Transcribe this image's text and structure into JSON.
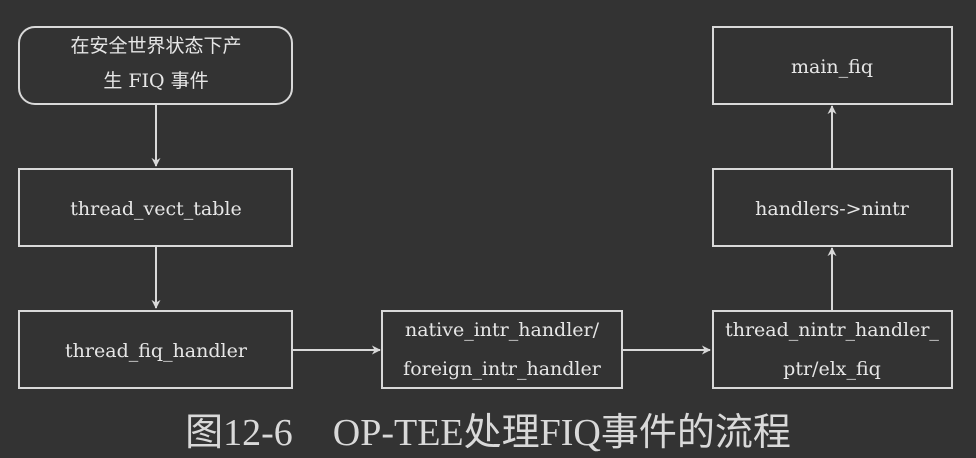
{
  "diagram": {
    "nodes": {
      "start": [
        "在安全世界状态下产",
        "生 FIQ 事件"
      ],
      "vect": [
        "thread_vect_table"
      ],
      "fiq_handler": [
        "thread_fiq_handler"
      ],
      "intr_handler": [
        "native_intr_handler/",
        "foreign_intr_handler"
      ],
      "nintr_ptr": [
        "thread_nintr_handler_",
        "ptr/elx_fiq"
      ],
      "handlers": [
        "handlers->nintr"
      ],
      "main": [
        "main_fiq"
      ]
    },
    "edges": [
      [
        "start",
        "vect"
      ],
      [
        "vect",
        "fiq_handler"
      ],
      [
        "fiq_handler",
        "intr_handler"
      ],
      [
        "intr_handler",
        "nintr_ptr"
      ],
      [
        "nintr_ptr",
        "handlers"
      ],
      [
        "handlers",
        "main"
      ]
    ]
  },
  "caption": {
    "label": "图12-6",
    "title": "OP-TEE处理FIQ事件的流程"
  }
}
